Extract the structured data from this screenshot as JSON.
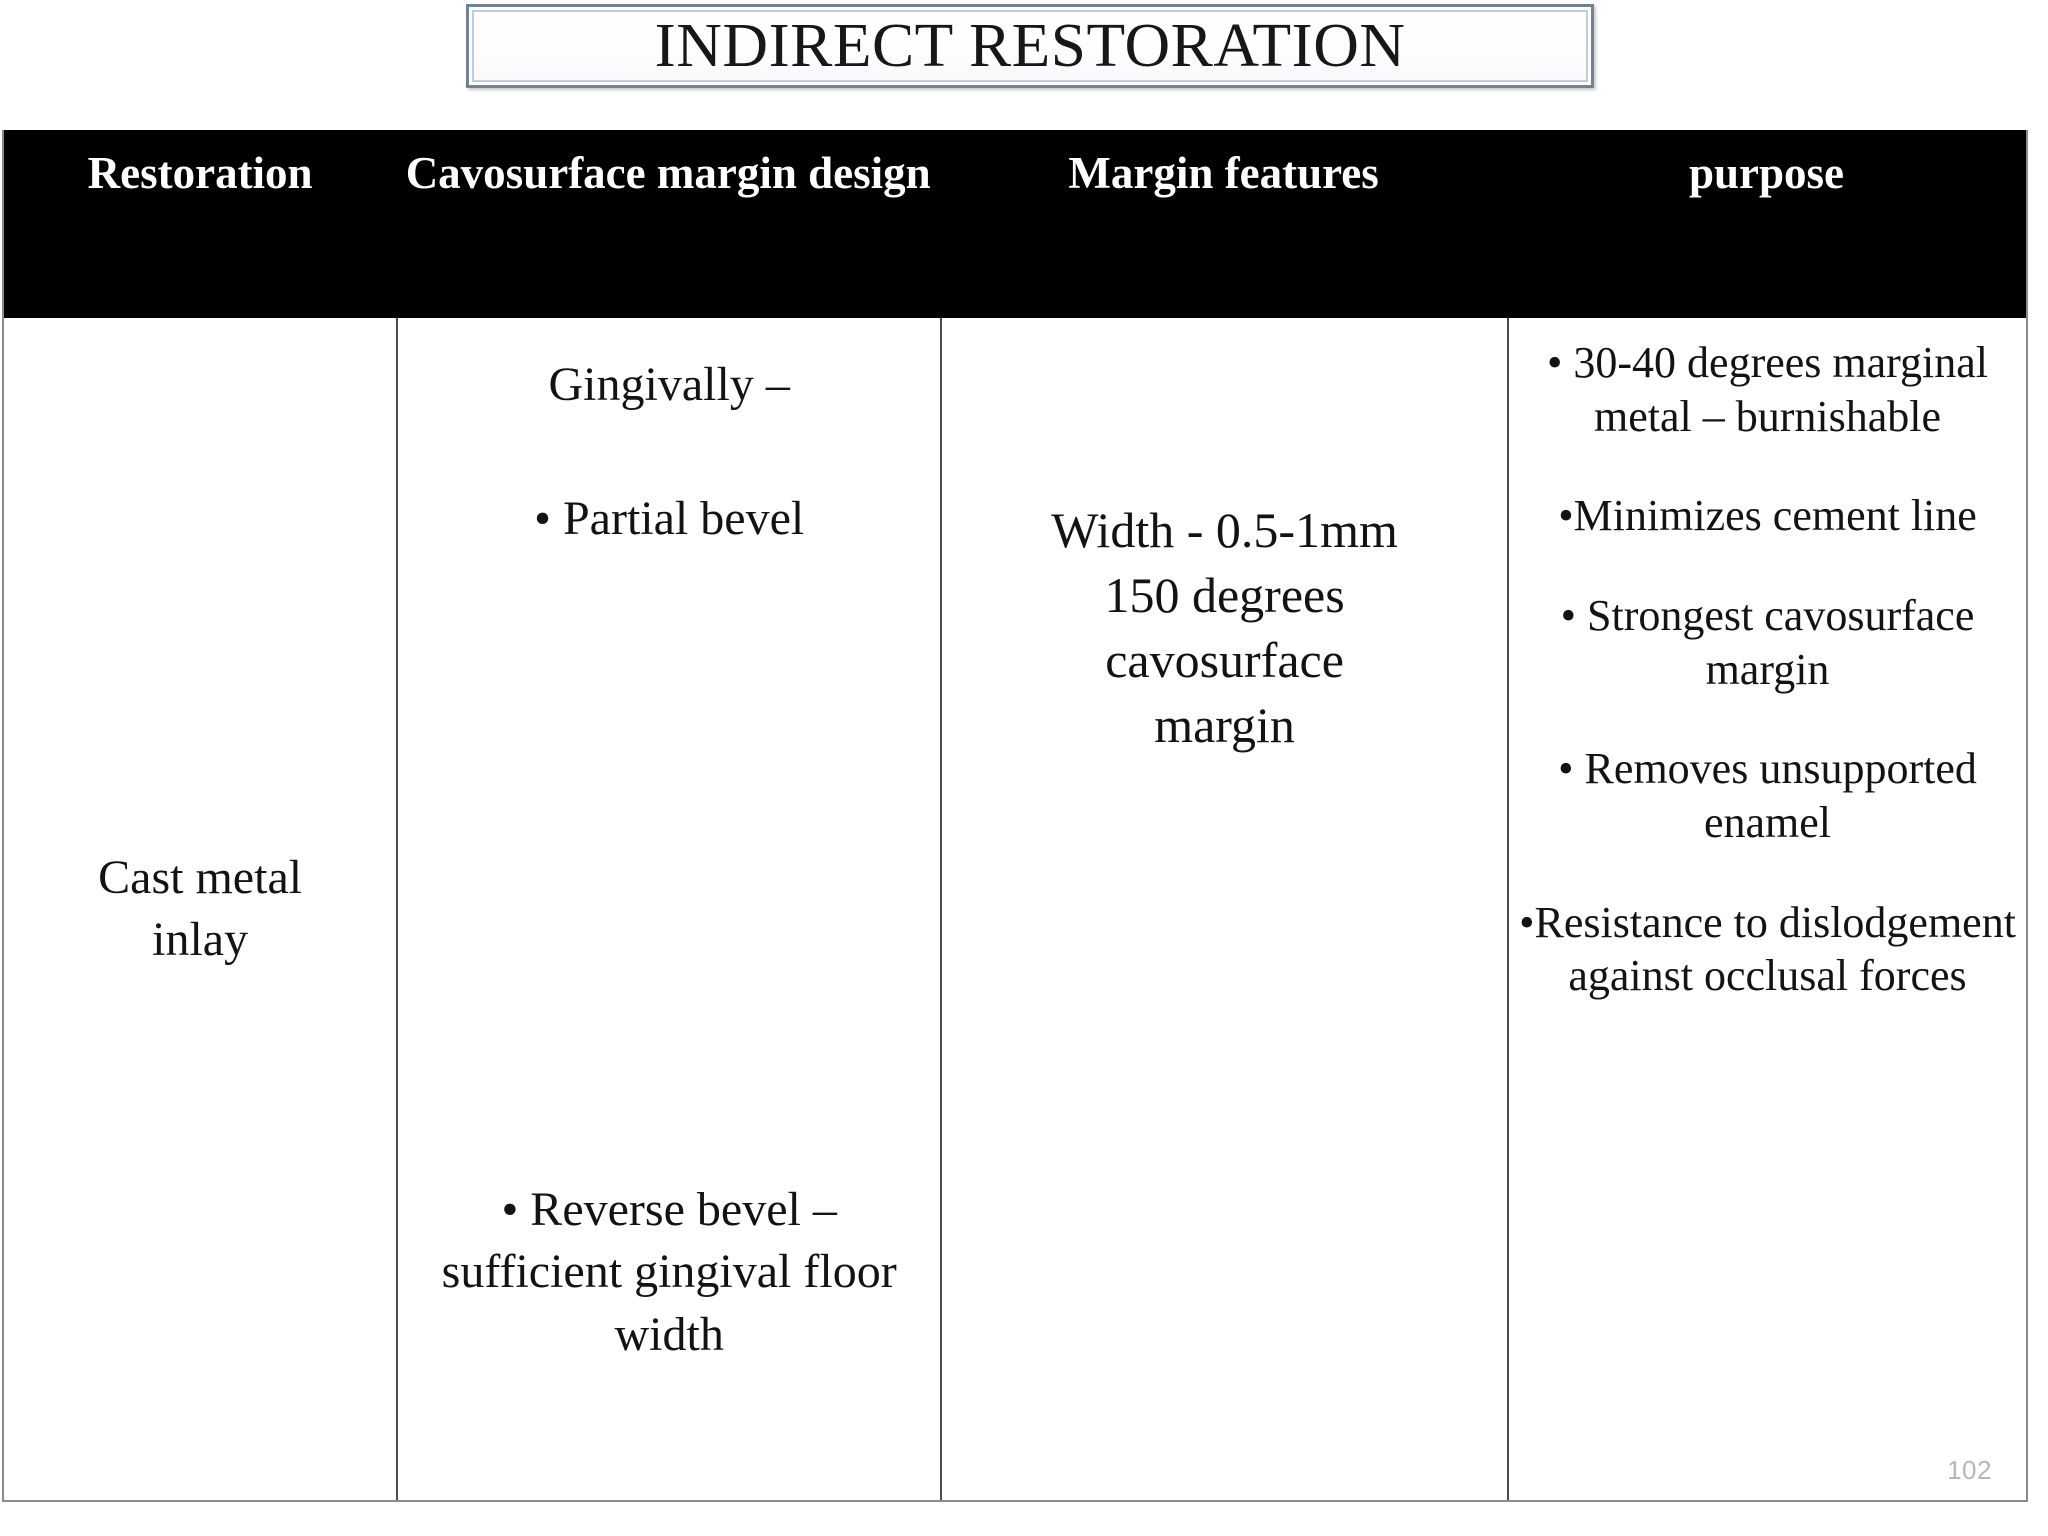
{
  "slide": {
    "title": "INDIRECT RESTORATION",
    "page_number": "102",
    "colors": {
      "header_background": "#000000",
      "header_text": "#ffffff",
      "body_text": "#131313",
      "title_border": "#6f8296",
      "table_border": "#8b8b8b",
      "page_number": "#b7b7b7"
    }
  },
  "table": {
    "headers": [
      "Restoration",
      "Cavosurface margin design",
      "Margin features",
      "purpose"
    ],
    "rows": [
      {
        "restoration": {
          "line1": "Cast metal",
          "line2": "inlay"
        },
        "cavosurface_margin_design": {
          "heading": "Gingivally –",
          "bullets": [
            "•  Partial bevel",
            "•  Reverse bevel – sufficient gingival floor width"
          ]
        },
        "margin_features": {
          "line1": "Width - 0.5-1mm",
          "line2": "150 degrees",
          "line3": "cavosurface",
          "line4": "margin"
        },
        "purpose": [
          "• 30-40 degrees marginal metal – burnishable",
          "•Minimizes cement line",
          "• Strongest cavosurface margin",
          "• Removes unsupported enamel",
          "•Resistance to dislodgement against occlusal forces"
        ]
      }
    ]
  }
}
